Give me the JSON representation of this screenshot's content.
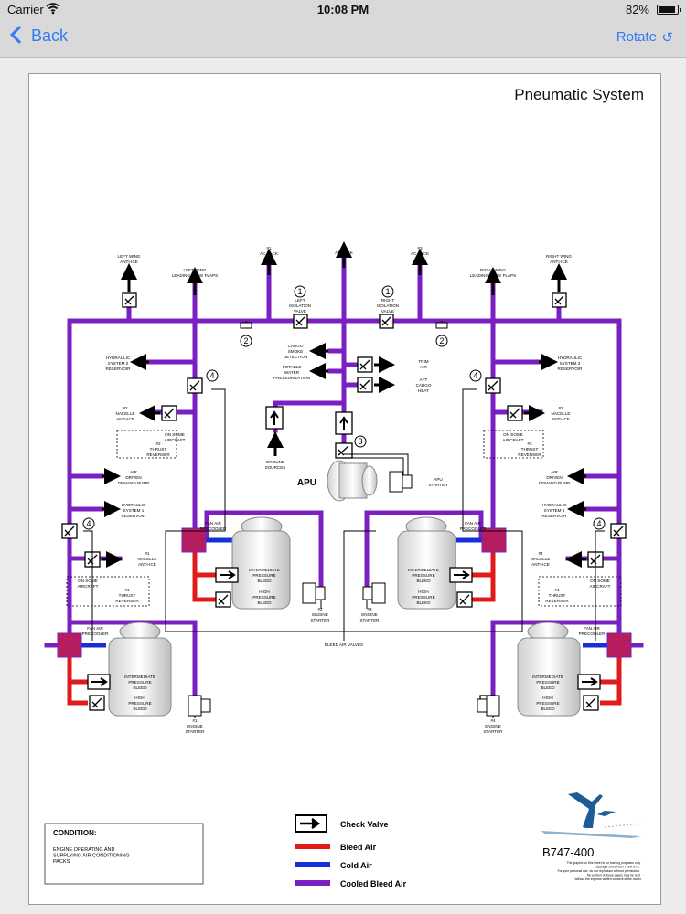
{
  "status_bar": {
    "carrier": "Carrier",
    "time": "10:08 PM",
    "battery": "82%"
  },
  "nav": {
    "back_label": "Back",
    "rotate_label": "Rotate",
    "rotate_icon": "↺"
  },
  "diagram": {
    "title": "Pneumatic System",
    "labels": {
      "left_wing_anti_ice": [
        "LEFT WING",
        "ANTI-ICE"
      ],
      "left_wing_le_flaps": [
        "LEFT WING",
        "LEADING EDGE FLAPS"
      ],
      "ac_pack_1": [
        "#1",
        "AC PACK"
      ],
      "ac_pack_2": [
        "#2",
        "AC PACK"
      ],
      "ac_pack_3": [
        "#3",
        "AC PACK"
      ],
      "right_wing_anti_ice": [
        "RIGHT WING",
        "ANTI-ICE"
      ],
      "right_wing_le_flaps": [
        "RIGHT WING",
        "LEADING EDGE FLAPS"
      ],
      "left_isolation_valve": [
        "LEFT",
        "ISOLATION",
        "VALVE"
      ],
      "right_isolation_valve": [
        "RIGHT",
        "ISOLATION",
        "VALVE"
      ],
      "cargo_smoke": [
        "CARGO",
        "SMOKE",
        "DETECTION"
      ],
      "potable_water": [
        "POTABLE",
        "WATER",
        "PRESSURIZATION"
      ],
      "trim_air": [
        "TRIM",
        "AIR"
      ],
      "aft_cargo_heat": [
        "AFT",
        "CARGO",
        "HEAT"
      ],
      "hyd_res_2": [
        "HYDRAULIC",
        "SYSTEM 2",
        "RESERVOIR"
      ],
      "hyd_res_3": [
        "HYDRAULIC",
        "SYSTEM 3",
        "RESERVOIR"
      ],
      "nacelle_2": [
        "#2",
        "NACELLE",
        "ANTI-ICE"
      ],
      "nacelle_3": [
        "#3",
        "NACELLE",
        "ANTI-ICE"
      ],
      "on_some_aircraft": [
        "ON SOME",
        "AIRCRAFT"
      ],
      "thrust_rev_2": [
        "#2",
        "THRUST",
        "REVERSER"
      ],
      "thrust_rev_3": [
        "#3",
        "THRUST",
        "REVERSER"
      ],
      "ground_sources": [
        "GROUND",
        "SOURCES"
      ],
      "apu": "APU",
      "apu_starter": [
        "APU",
        "STARTER"
      ],
      "air_driven_pump_l": [
        "AIR",
        "DRIVEN",
        "DEMAND PUMP"
      ],
      "air_driven_pump_r": [
        "AIR",
        "DRIVEN",
        "DEMAND PUMP"
      ],
      "hyd_res_1": [
        "HYDRAULIC",
        "SYSTEM 1",
        "RESERVOIR"
      ],
      "hyd_res_4": [
        "HYDRAULIC",
        "SYSTEM 4",
        "RESERVOIR"
      ],
      "fan_air_precooler": [
        "FAN AIR",
        "PRECOOLER"
      ],
      "nacelle_1": [
        "#1",
        "NACELLE",
        "ANTI-ICE"
      ],
      "nacelle_4": [
        "#4",
        "NACELLE",
        "ANTI-ICE"
      ],
      "thrust_rev_1": [
        "#1",
        "THRUST",
        "REVERSER"
      ],
      "thrust_rev_4": [
        "#4",
        "THRUST",
        "REVERSER"
      ],
      "ip_bleed": [
        "INTERMEDIATE",
        "PRESSURE",
        "BLEED"
      ],
      "hp_bleed": [
        "HIGH",
        "PRESSURE",
        "BLEED"
      ],
      "eng_starter_1": [
        "#1",
        "ENGINE",
        "STARTER"
      ],
      "eng_starter_2": [
        "#2",
        "ENGINE",
        "STARTER"
      ],
      "eng_starter_3": [
        "#3",
        "ENGINE",
        "STARTER"
      ],
      "eng_starter_4": [
        "#4",
        "ENGINE",
        "STARTER"
      ],
      "bleed_air_valves": "BLEED AIR VALVES"
    },
    "callouts": [
      "1",
      "2",
      "3",
      "4"
    ],
    "legend": {
      "check_valve": "Check Valve",
      "bleed_air": "Bleed Air",
      "cold_air": "Cold Air",
      "cooled_bleed_air": "Cooled Bleed Air"
    },
    "condition": {
      "heading": "CONDITION:",
      "text": [
        "ENGINE OPERATING AND",
        "SUPPLYING AIR CONDITIONING",
        "PACKS"
      ]
    },
    "aircraft": "B747-400",
    "fine_print": [
      "The graphic on this sheet is for training purposes only",
      "Copyright 2003 ©ZETTLER ETC.",
      "For your personal use, do not reproduce without permission.",
      "No portion of these pages may be sold",
      "without the express written consent of the owner"
    ],
    "colors": {
      "cooled_bleed_air": "#7a1fc2",
      "bleed_air": "#e01b1b",
      "cold_air": "#1530d8",
      "line": "#000000",
      "plane": "#1d5c96"
    }
  }
}
